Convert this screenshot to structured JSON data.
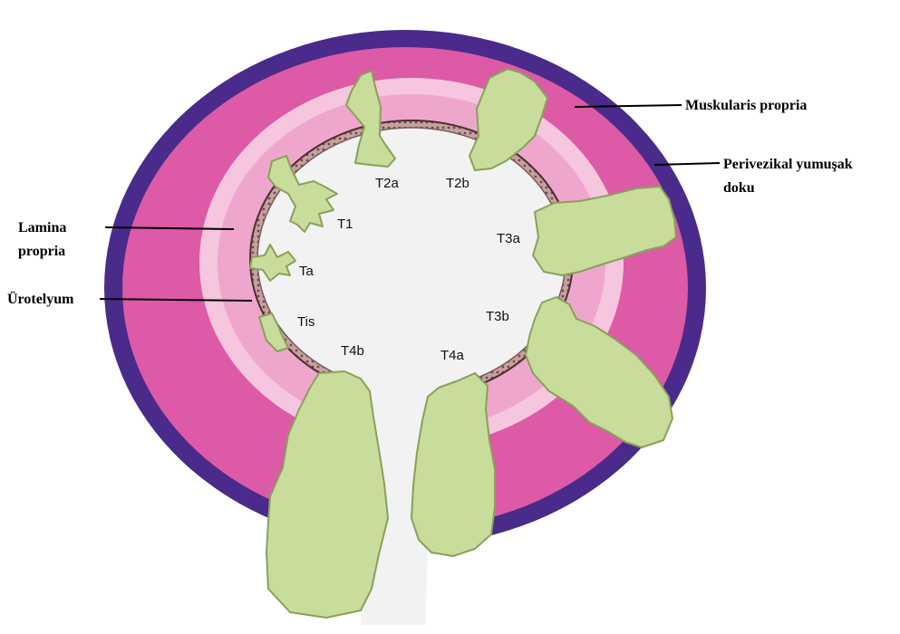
{
  "colors": {
    "perivesical": "#4a2a8a",
    "muscularis": "#dd5aa6",
    "lamina": "#f1a9cf",
    "lumen": "#f2f2f2",
    "urothelium": "#b98a8a",
    "tumor": "#c8dc9b"
  },
  "annotations": {
    "muscularis": "Muskularis propria",
    "perivesical_line1": "Perivezikal yumuşak",
    "perivesical_line2": "doku",
    "lamina_line1": "Lamina",
    "lamina_line2": "propria",
    "urothelium": "Ürotelyum"
  },
  "stages": {
    "t2a": "T2a",
    "t2b": "T2b",
    "t1": "T1",
    "ta": "Ta",
    "t3a": "T3a",
    "t3b": "T3b",
    "tis": "Tis",
    "t4b": "T4b",
    "t4a": "T4a"
  }
}
